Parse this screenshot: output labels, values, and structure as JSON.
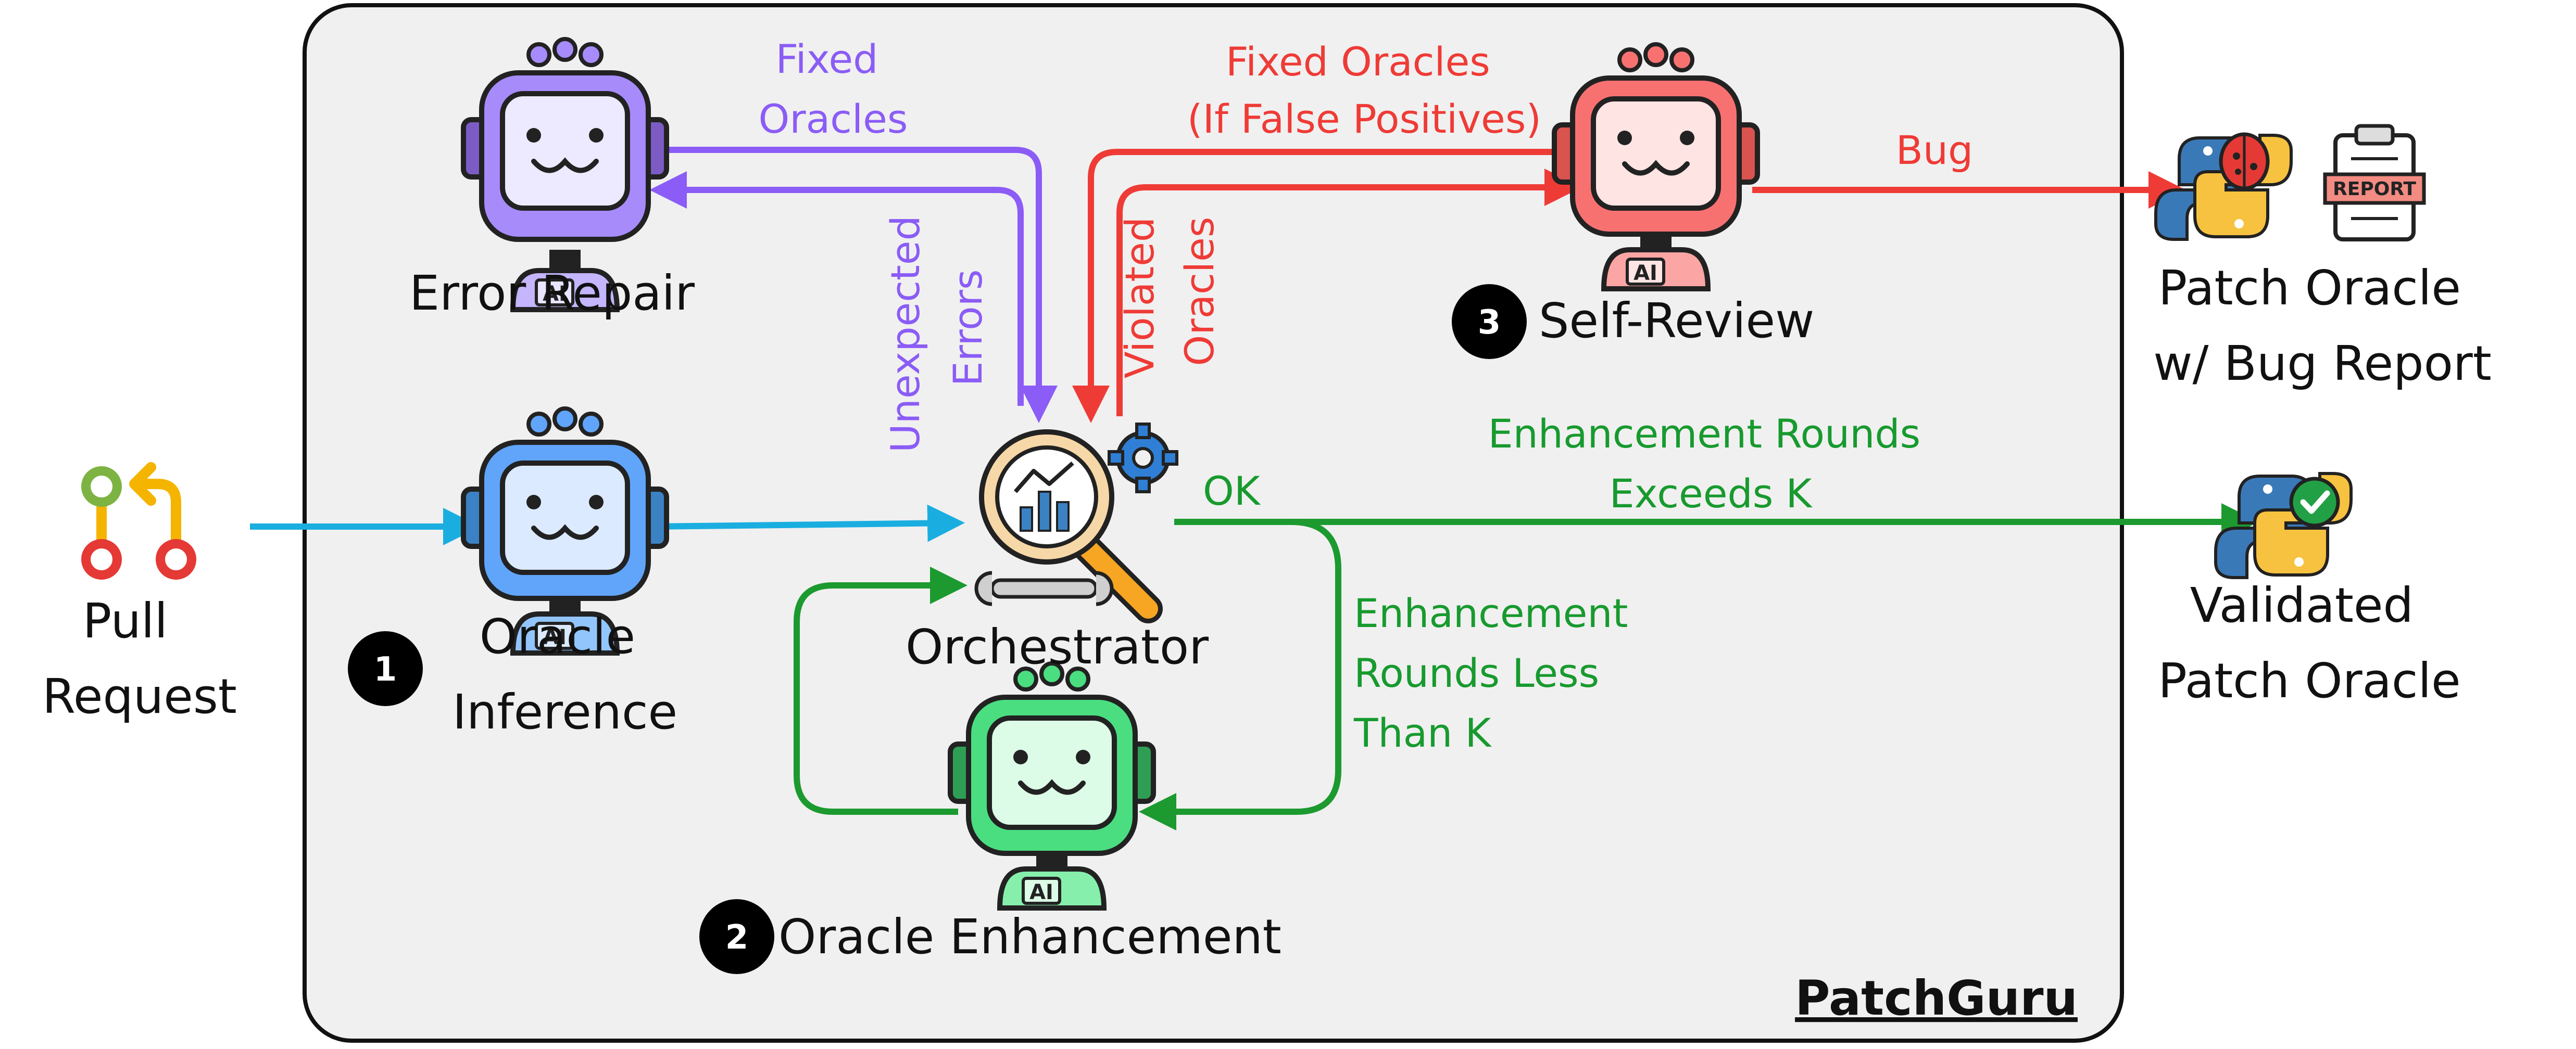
{
  "framework_name": "PatchGuru",
  "inputs": {
    "pull_request": [
      "Pull",
      "Request"
    ]
  },
  "agents": {
    "error_repair": {
      "label": "Error Repair",
      "chip": "AI"
    },
    "oracle_inference": {
      "label": [
        "Oracle",
        "Inference"
      ],
      "step": "1",
      "chip": "AI"
    },
    "orchestrator": {
      "label": "Orchestrator"
    },
    "oracle_enhancement": {
      "label": "Oracle Enhancement",
      "step": "2",
      "chip": "AI"
    },
    "self_review": {
      "label": "Self-Review",
      "step": "3",
      "chip": "AI"
    }
  },
  "edges": {
    "fixed_oracles": [
      "Fixed",
      "Oracles"
    ],
    "unexpected_errors": [
      "Unexpected",
      "Errors"
    ],
    "fixed_oracles_fp": [
      "Fixed Oracles",
      "(If False Positives)"
    ],
    "violated_oracles": [
      "Violated",
      "Oracles"
    ],
    "bug": "Bug",
    "ok": "OK",
    "rounds_exceed": [
      "Enhancement Rounds",
      "Exceeds K"
    ],
    "rounds_less": [
      "Enhancement",
      "Rounds Less",
      "Than K"
    ]
  },
  "outputs": {
    "patch_oracle_bug": [
      "Patch Oracle",
      "w/ Bug Report"
    ],
    "report_icon_text": "REPORT",
    "validated": [
      "Validated",
      "Patch Oracle"
    ]
  },
  "colors": {
    "blue_flow": "#1aaee0",
    "purple_flow": "#8b5cf6",
    "red_flow": "#ef3b36",
    "green_flow": "#1c9a2f"
  }
}
